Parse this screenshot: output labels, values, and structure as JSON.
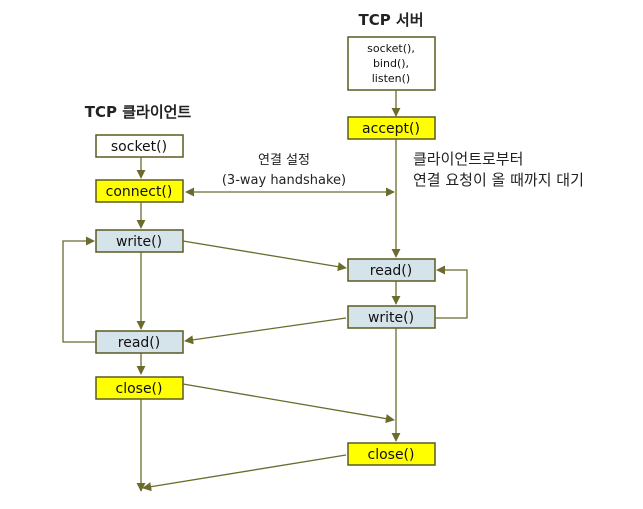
{
  "server": {
    "title": "TCP 서버",
    "init_lines": [
      "socket(),",
      "bind(),",
      "listen()"
    ],
    "accept": "accept()",
    "read": "read()",
    "write": "write()",
    "close": "close()",
    "wait_note_line1": "클라이언트로부터",
    "wait_note_line2": "연결 요청이 올 때까지 대기"
  },
  "client": {
    "title": "TCP 클라이언트",
    "socket": "socket()",
    "connect": "connect()",
    "write": "write()",
    "read": "read()",
    "close": "close()"
  },
  "handshake": {
    "line1": "연결 설정",
    "line2": "(3-way handshake)"
  },
  "colors": {
    "yellow_box": "#ffff00",
    "blue_box": "#d5e4ea",
    "line": "#6b6b2e"
  }
}
